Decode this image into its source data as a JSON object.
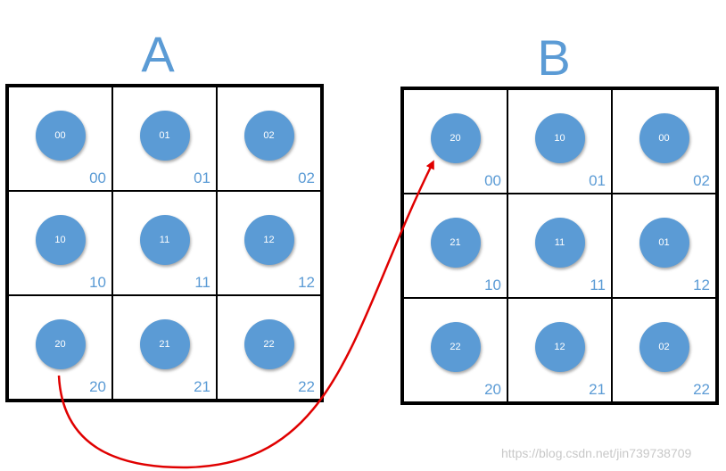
{
  "grid_a": {
    "title": "A",
    "cells": [
      {
        "circle": "00",
        "index": "00"
      },
      {
        "circle": "01",
        "index": "01"
      },
      {
        "circle": "02",
        "index": "02"
      },
      {
        "circle": "10",
        "index": "10"
      },
      {
        "circle": "11",
        "index": "11"
      },
      {
        "circle": "12",
        "index": "12"
      },
      {
        "circle": "20",
        "index": "20"
      },
      {
        "circle": "21",
        "index": "21"
      },
      {
        "circle": "22",
        "index": "22"
      }
    ]
  },
  "grid_b": {
    "title": "B",
    "cells": [
      {
        "circle": "20",
        "index": "00"
      },
      {
        "circle": "10",
        "index": "01"
      },
      {
        "circle": "00",
        "index": "02"
      },
      {
        "circle": "21",
        "index": "10"
      },
      {
        "circle": "11",
        "index": "11"
      },
      {
        "circle": "01",
        "index": "12"
      },
      {
        "circle": "22",
        "index": "20"
      },
      {
        "circle": "12",
        "index": "21"
      },
      {
        "circle": "02",
        "index": "22"
      }
    ]
  },
  "colors": {
    "circle": "#5b9bd5",
    "label": "#5b9bd5",
    "arrow": "#e00000",
    "border": "#000000"
  },
  "watermark": "https://blog.csdn.net/jin739738709"
}
